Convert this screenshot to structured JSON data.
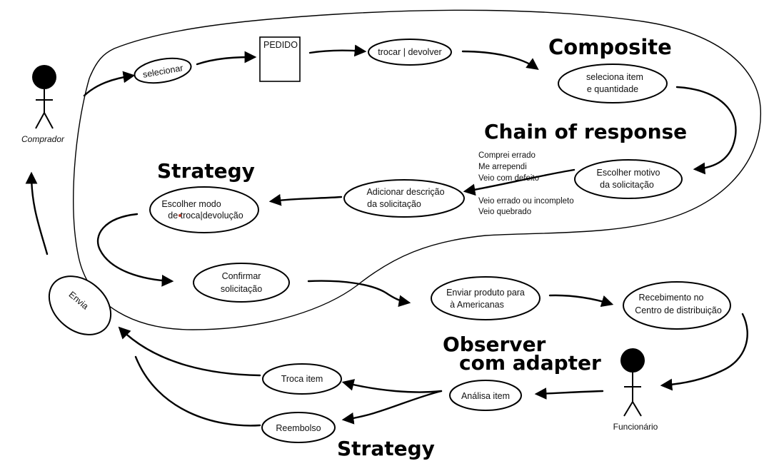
{
  "actors": {
    "comprador": "Comprador",
    "funcionario": "Funcionário"
  },
  "headings": {
    "composite": "Composite",
    "chain": "Chain of response",
    "strategy_top": "Strategy",
    "observer_line1": "Observer",
    "observer_line2": "com adapter",
    "strategy_bottom": "Strategy"
  },
  "nodes": {
    "selecionar": "selecionar",
    "pedido": "PEDIDO",
    "trocar_devolver": "trocar | devolver",
    "seleciona_item_1": "seleciona item",
    "seleciona_item_2": "e quantidade",
    "escolher_motivo_1": "Escolher motivo",
    "escolher_motivo_2": "da solicitação",
    "adicionar_desc_1": "Adicionar descrição",
    "adicionar_desc_2": "da solicitação",
    "escolher_modo_1": "Escolher modo",
    "escolher_modo_2": "de troca|devolução",
    "confirmar_1": "Confirmar",
    "confirmar_2": "solicitação",
    "enviar_produto_1": "Enviar produto para",
    "enviar_produto_2": "à Americanas",
    "recebimento_1": "Recebimento no",
    "recebimento_2": "Centro de distribuição",
    "analisa_item": "Análisa item",
    "troca_item": "Troca item",
    "reembolso": "Reembolso",
    "envia": "Envia"
  },
  "motivos_list_top": [
    "Comprei errado",
    "Me arrependi",
    "Veio com defeito"
  ],
  "motivos_list_bottom": [
    "Veio errado ou incompleto",
    "Veio quebrado"
  ]
}
